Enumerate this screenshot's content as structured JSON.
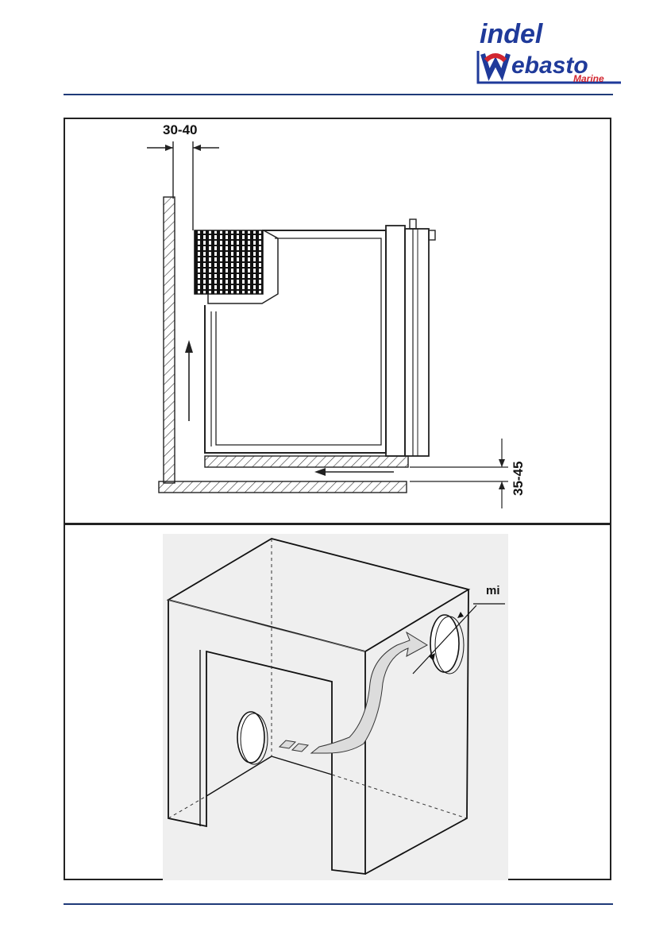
{
  "brand": {
    "line1": "indel",
    "line2": "ebasto",
    "line3": "Marine",
    "colors": {
      "blue": "#1f3a9a",
      "red": "#d22630"
    }
  },
  "figure_top": {
    "dim_top": "30-40",
    "dim_right": "35-45"
  },
  "figure_bottom": {
    "label": "mi"
  },
  "colors": {
    "rule": "#1f3a78",
    "line": "#222222",
    "bg_panel": "#efefef"
  }
}
